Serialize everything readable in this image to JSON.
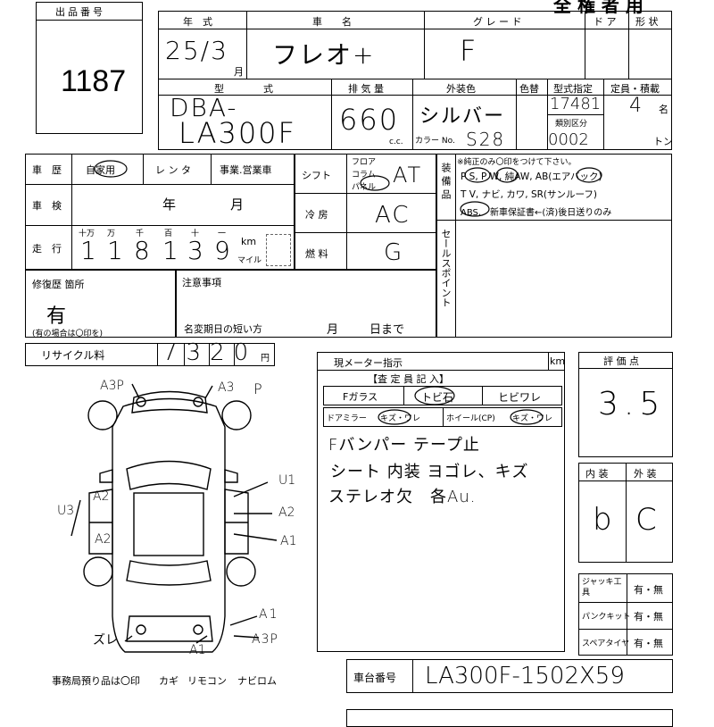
{
  "lot": {
    "label": "出品番号",
    "number": "1187"
  },
  "header_title": "全 権 者 用",
  "year": {
    "label": "年　式",
    "value": "25/3",
    "month_mark": "月"
  },
  "car_name": {
    "label": "車　　名",
    "value": "フレオ+"
  },
  "grade": {
    "label": "グ レ ー ド",
    "value": "F"
  },
  "doors": {
    "label": "ド ア"
  },
  "body_type": {
    "label": "形 状"
  },
  "model": {
    "label": "型　　　　式",
    "value_line1": "DBA-",
    "value_line2": "LA300F"
  },
  "displacement": {
    "label": "排 気 量",
    "value": "660",
    "unit": "c.c."
  },
  "color": {
    "label": "外装色",
    "value": "シルバー",
    "repaint_label": "色替",
    "color_no_label": "カラー No.",
    "color_no": "S28"
  },
  "type_designation": {
    "label": "型式指定",
    "value": "17481"
  },
  "class_code": {
    "label": "類別区分",
    "value": "0002"
  },
  "capacity": {
    "label": "定員・積載",
    "value": "4",
    "unit1": "名",
    "unit2": "トン"
  },
  "usage": {
    "label": "車　歴",
    "opt1": "自家用",
    "opt2": "レ ン タ",
    "opt3": "事業.営業車"
  },
  "inspection": {
    "label": "車　検",
    "year_unit": "年",
    "month_unit": "月"
  },
  "mileage": {
    "label": "走　行",
    "digit_labels": [
      "十万",
      "万",
      "千",
      "百",
      "十",
      "一"
    ],
    "digits": [
      "1",
      "1",
      "8",
      "1",
      "3",
      "9"
    ],
    "unit_km": "km",
    "unit_mile": "マイル"
  },
  "shift": {
    "label": "シフト",
    "opt1": "フロア",
    "opt2": "コラム",
    "opt3": "パネル",
    "value": "AT"
  },
  "aircon": {
    "label": "冷 房",
    "value": "AC"
  },
  "fuel": {
    "label": "燃 料",
    "value": "G"
  },
  "equipment": {
    "label": "装備品",
    "note": "※純正のみ〇印をつけて下さい。",
    "line1": "P S, P W, 純AW, AB(エアバック)",
    "line2": "T V, ナビ, カワ, SR(サンルーフ)",
    "line3": "ABS,　新車保証書←(済)後日送りのみ"
  },
  "sales_point": {
    "label": "セールスポイント"
  },
  "repair": {
    "label": "修復歴 箇所",
    "value": "有",
    "note": "(有の場合は〇印を)"
  },
  "caution": {
    "label": "注意事項",
    "name_change": "名変期日の短い方",
    "month": "月",
    "day": "日まで"
  },
  "recycle": {
    "label": "リサイクル料",
    "value": "7320",
    "unit": "円"
  },
  "meter": {
    "label": "現メーター指示",
    "unit": "km"
  },
  "inspector": {
    "title": "【査 定 員 記 入】",
    "glass_f": "Fガラス",
    "glass_ms": "トビ石",
    "glass_crack": "ヒビワレ",
    "mirror": "ドアミラー",
    "mirror_val": "キズ・ワレ",
    "wheel": "ホイール(CP)",
    "wheel_val": "キズ・ワレ"
  },
  "notes": [
    "Fバンパー テープ止",
    "シート 内装 ヨゴレ、キズ",
    "ステレオ欠　各Au."
  ],
  "score": {
    "label": "評 価 点",
    "value": "3.5"
  },
  "interior": {
    "label": "内 装",
    "value": "b"
  },
  "exterior": {
    "label": "外 装",
    "value": "C"
  },
  "jack": {
    "label": "ジャッキ工 具",
    "value": "有・無"
  },
  "puncture_kit": {
    "label": "パンクキット",
    "value": "有・無"
  },
  "spare_tire": {
    "label": "スペアタイヤ",
    "value": "有・無"
  },
  "chassis": {
    "label": "車台番号",
    "value": "LA300F-1502X59"
  },
  "diagram_marks": {
    "front_left": "A3P",
    "front_right": "A3",
    "front_p": "P",
    "left_a2a": "A2",
    "left_a2b": "A2",
    "left_u3": "U3",
    "right_u1": "U1",
    "right_a2": "A2",
    "right_a1": "A1",
    "rear_a1": "A1",
    "rear_a3p": "A3P",
    "rear_bottom_a1": "A1",
    "rear_zure": "ズレ"
  },
  "footer": {
    "deposit": "事務局預り品は〇印",
    "key": "カギ",
    "remote": "リモコン",
    "navi": "ナビロム"
  }
}
